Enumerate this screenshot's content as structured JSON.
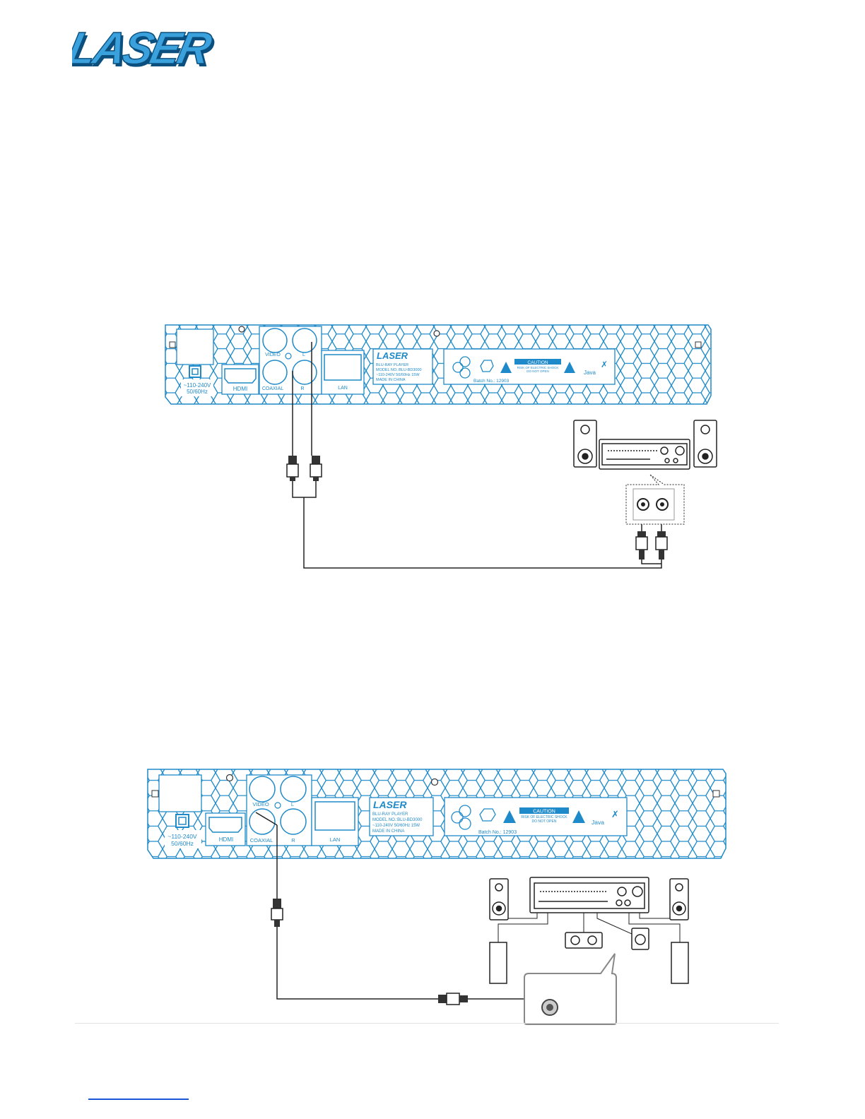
{
  "brand": {
    "logo_text": "LASER",
    "logo_color": "#1f8ac9",
    "logo_shadow": "#0b4f7e"
  },
  "panel": {
    "power_label_1": "~110-240V",
    "power_label_2": "50/60Hz",
    "hdmi": "HDMI",
    "video": "VIDEO",
    "l": "L",
    "coaxial": "COAXIAL",
    "r": "R",
    "lan": "LAN",
    "label_brand": "LASER",
    "label_line1": "BLU-RAY PLAYER",
    "label_line2": "MODEL NO.:BLU-BD3000",
    "label_line3": "~110-240V 50/60Hz 15W",
    "label_line4": "MADE IN CHINA",
    "caution": "CAUTION",
    "caution_sub1": "RISK OF ELECTRIC SHOCK",
    "caution_sub2": "DO NOT OPEN",
    "batch": "Batch No.: 12903",
    "java": "Java"
  },
  "colors": {
    "panel_blue": "#1f8ac9",
    "line": "#222222",
    "rule": "#e2e2e2",
    "link": "#1a56d6"
  }
}
